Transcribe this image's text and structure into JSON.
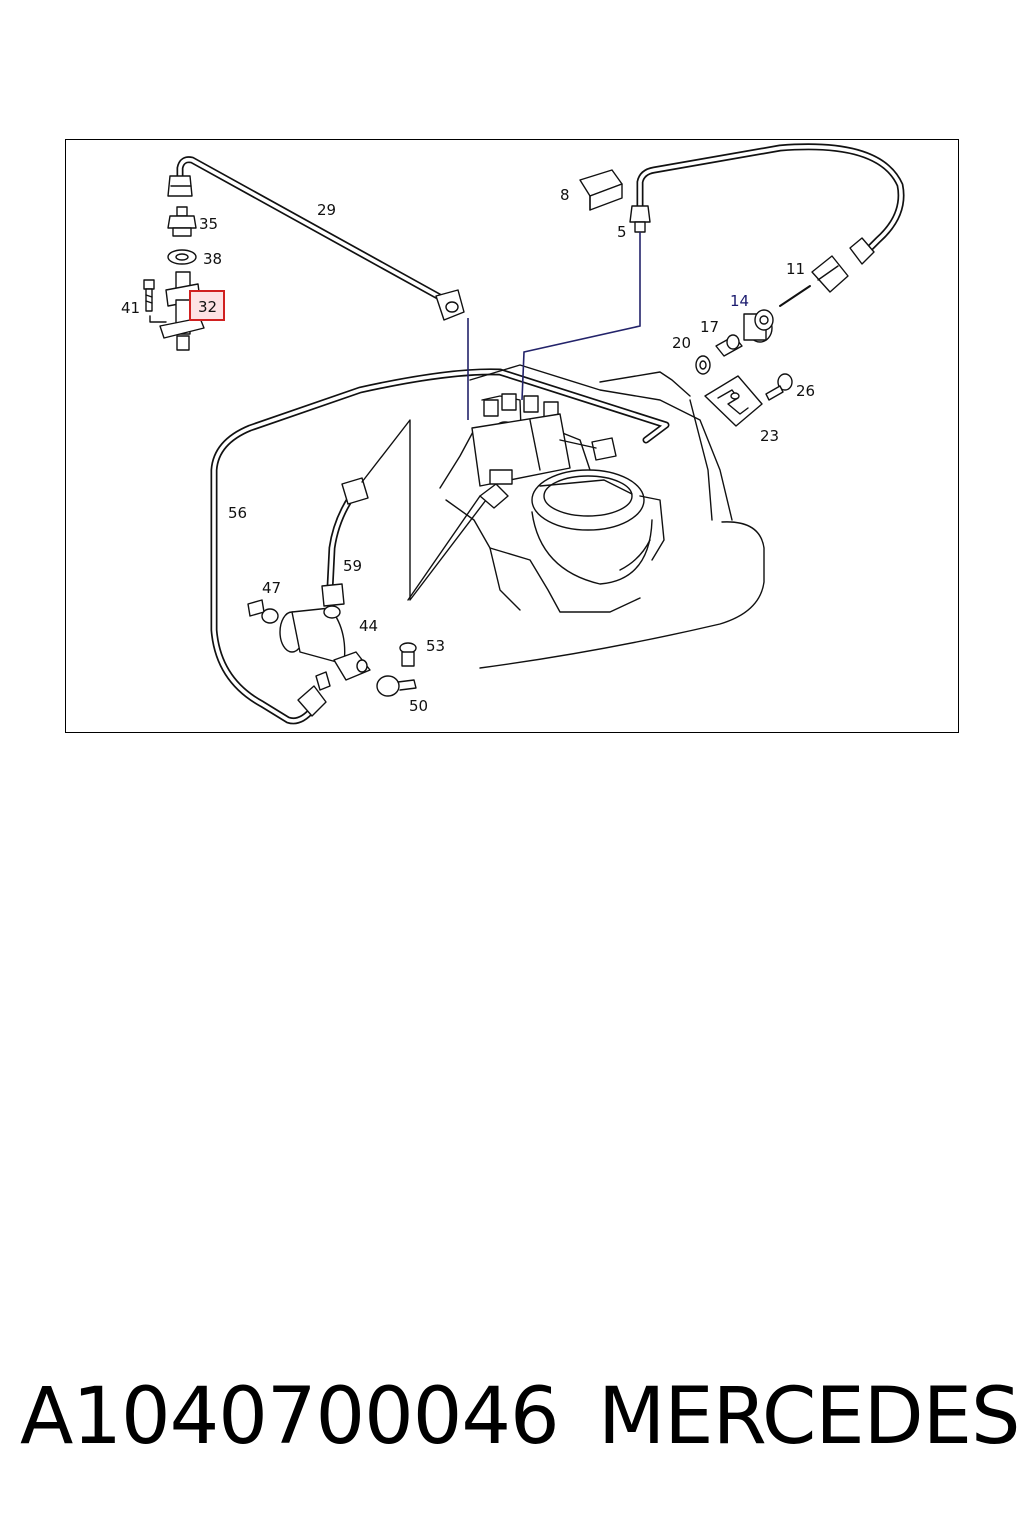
{
  "diagram": {
    "labels": {
      "p29": "29",
      "p35": "35",
      "p38": "38",
      "p41": "41",
      "p32": "32",
      "p8": "8",
      "p5": "5",
      "p11": "11",
      "p14": "14",
      "p17": "17",
      "p20": "20",
      "p26": "26",
      "p23": "23",
      "p56": "56",
      "p59": "59",
      "p47": "47",
      "p44": "44",
      "p53": "53",
      "p50": "50"
    },
    "highlighted_part": "32",
    "colors": {
      "highlight_border": "#d02020",
      "highlight_fill": "#fde2e4",
      "leader": "#23236a"
    }
  },
  "footer": {
    "part_number": "A1040700046",
    "brand": "MERCEDES"
  }
}
